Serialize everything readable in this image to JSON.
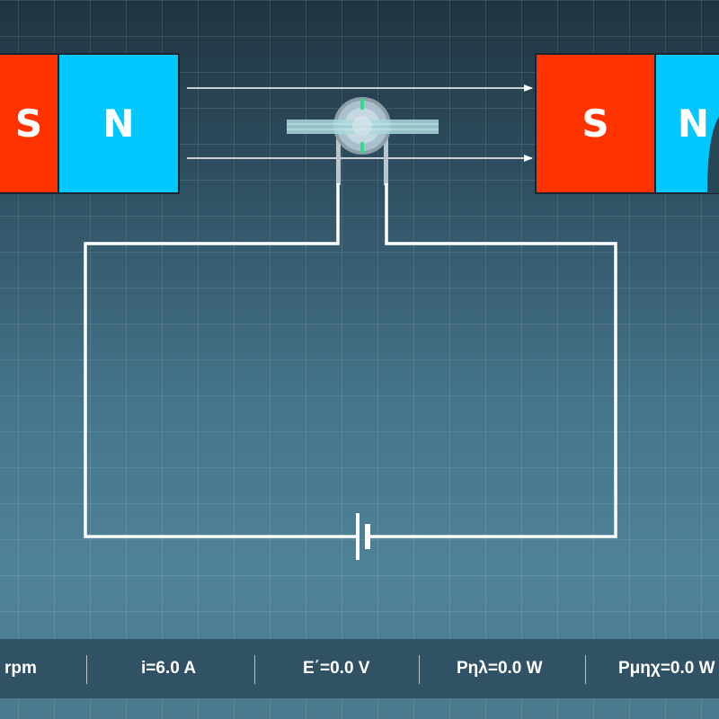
{
  "magnets": {
    "left": {
      "south_label": "S",
      "north_label": "N"
    },
    "right": {
      "south_label": "S",
      "north_label": "N"
    }
  },
  "status": {
    "speed": "rpm",
    "current": "i=6.0 A",
    "back_emf": "E΄=0.0 V",
    "electrical_power": "Pηλ=0.0 W",
    "mechanical_power": "Pμηχ=0.0 W"
  },
  "colors": {
    "south_pole": "#ff3300",
    "north_pole": "#00c8ff",
    "commutator_segment": "#33dd88",
    "wire": "#ffffff"
  }
}
